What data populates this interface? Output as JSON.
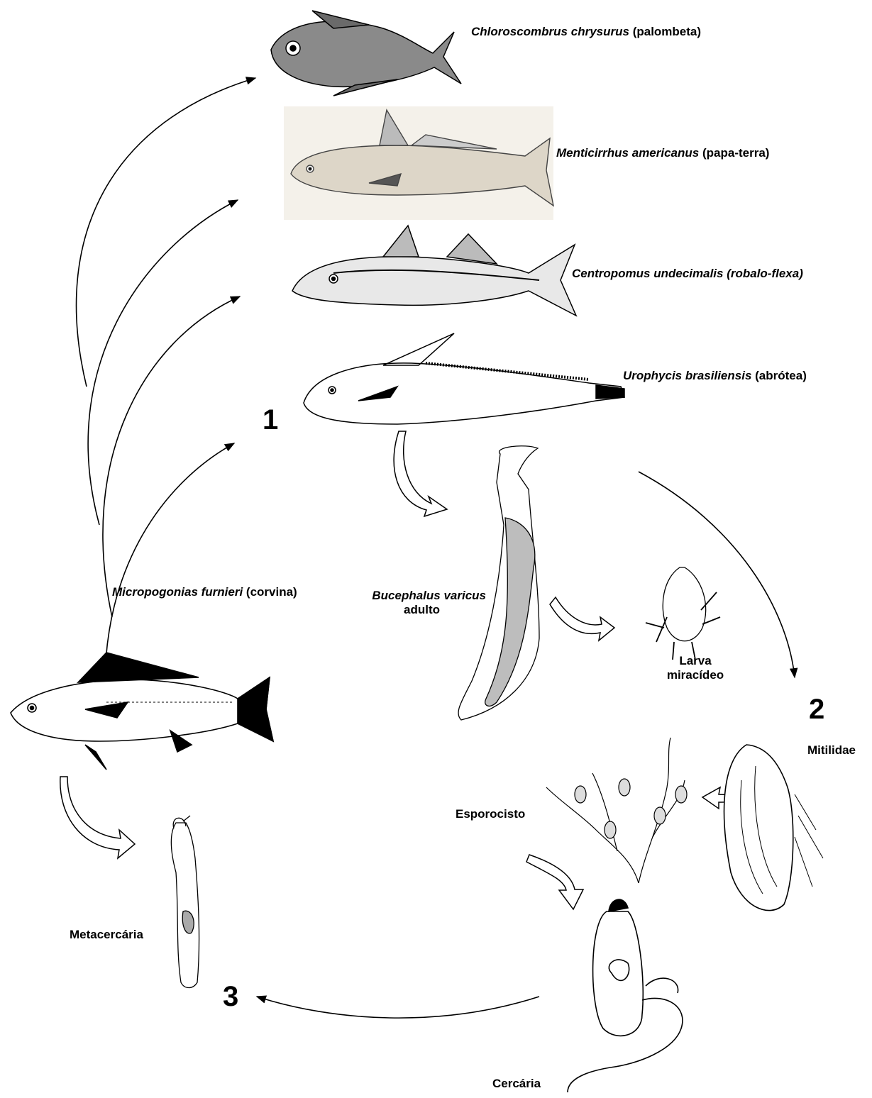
{
  "labels": {
    "chloroscombrus": {
      "sci": "Chloroscombrus chrysurus",
      "common": "(palombeta)"
    },
    "menticirrhus": {
      "sci": "Menticirrhus americanus",
      "common": "(papa-terra)"
    },
    "centropomus": {
      "sci": "Centropomus undecimalis (robalo-flexa)"
    },
    "urophycis": {
      "sci": "Urophycis brasiliensis",
      "common": "(abrótea)"
    },
    "micropogonias": {
      "sci": "Micropogonias furnieri",
      "common": "(corvina)"
    },
    "bucephalus": {
      "sci": "Bucephalus varicus",
      "stage": "adulto"
    },
    "miracidium": {
      "line1": "Larva",
      "line2": "miracídeo"
    },
    "mitilidae": "Mitilidae",
    "esporocisto": "Esporocisto",
    "cercaria": "Cercária",
    "metacercaria": "Metacercária"
  },
  "stages": {
    "one": "1",
    "two": "2",
    "three": "3"
  }
}
